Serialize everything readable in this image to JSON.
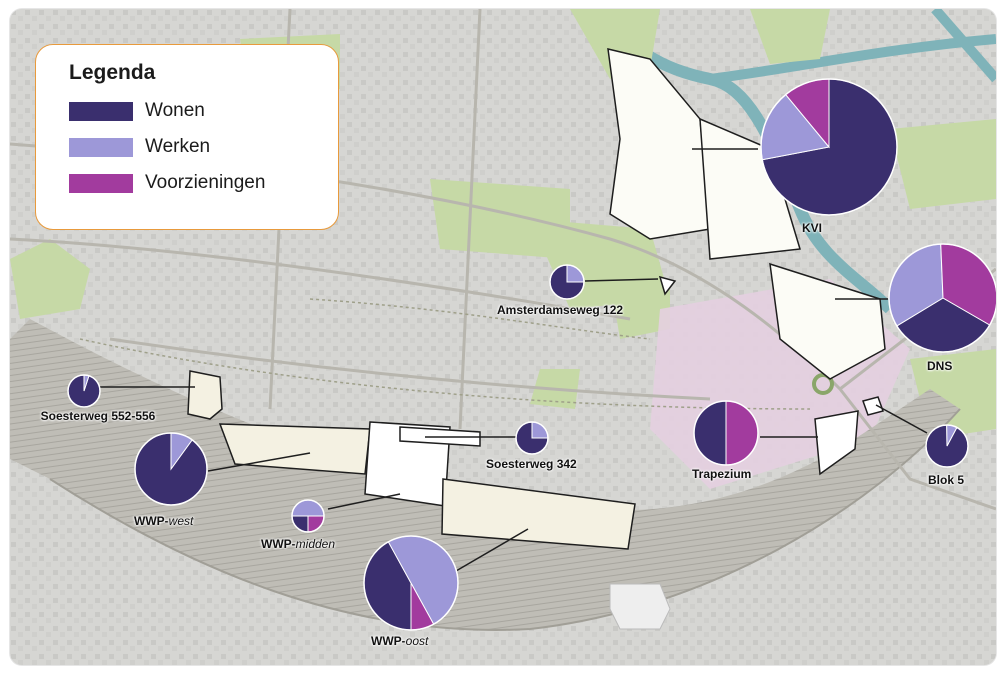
{
  "colors": {
    "wonen": "#3a2f6e",
    "werken": "#9d98d8",
    "voorzieningen": "#a23b9e"
  },
  "legend": {
    "title": "Legenda",
    "items": [
      {
        "label": "Wonen",
        "key": "wonen"
      },
      {
        "label": "Werken",
        "key": "werken"
      },
      {
        "label": "Voorzieningen",
        "key": "voorzieningen"
      }
    ]
  },
  "projects": [
    {
      "id": "kvi",
      "label": "KVI",
      "label_em": "",
      "wonen": 0.72,
      "werken": 0.17,
      "voorzieningen": 0.11
    },
    {
      "id": "dns",
      "label": "DNS",
      "label_em": "",
      "wonen": 0.33,
      "werken": 0.33,
      "voorzieningen": 0.34
    },
    {
      "id": "amsterdamseweg-122",
      "label": "Amsterdamseweg 122",
      "label_em": "",
      "wonen": 0.75,
      "werken": 0.25,
      "voorzieningen": 0.0
    },
    {
      "id": "soesterweg-552-556",
      "label": "Soesterweg 552-556",
      "label_em": "",
      "wonen": 0.95,
      "werken": 0.05,
      "voorzieningen": 0.0
    },
    {
      "id": "wwp-west",
      "label": "WWP-",
      "label_em": "west",
      "wonen": 0.9,
      "werken": 0.1,
      "voorzieningen": 0.0
    },
    {
      "id": "soesterweg-342",
      "label": "Soesterweg 342",
      "label_em": "",
      "wonen": 0.75,
      "werken": 0.25,
      "voorzieningen": 0.0
    },
    {
      "id": "wwp-midden",
      "label": "WWP-",
      "label_em": "midden",
      "wonen": 0.25,
      "werken": 0.5,
      "voorzieningen": 0.25
    },
    {
      "id": "wwp-oost",
      "label": "WWP-",
      "label_em": "oost",
      "wonen": 0.42,
      "werken": 0.5,
      "voorzieningen": 0.08
    },
    {
      "id": "trapezium",
      "label": "Trapezium",
      "label_em": "",
      "wonen": 0.5,
      "werken": 0.0,
      "voorzieningen": 0.5
    },
    {
      "id": "blok-5",
      "label": "Blok 5",
      "label_em": "",
      "wonen": 0.92,
      "werken": 0.08,
      "voorzieningen": 0.0
    }
  ]
}
